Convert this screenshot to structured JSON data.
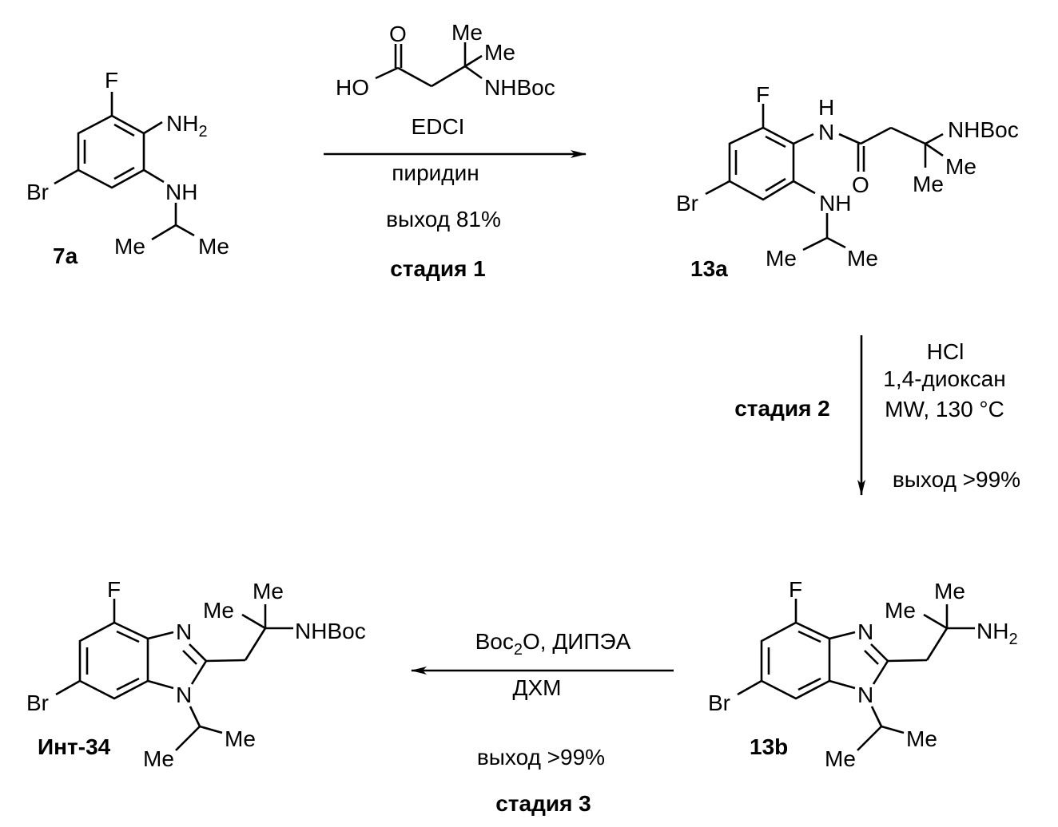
{
  "compounds": {
    "c7a": {
      "label": "7a",
      "atoms": {
        "F": "F",
        "NH2": "NH",
        "NH2_sub": "2",
        "Br": "Br",
        "NH": "NH",
        "Me1": "Me",
        "Me2": "Me"
      }
    },
    "c13a": {
      "label": "13a",
      "atoms": {
        "F": "F",
        "H": "H",
        "N": "N",
        "O": "O",
        "NHBoc": "NHBoc",
        "Me1": "Me",
        "Me2": "Me",
        "Br": "Br",
        "NH": "NH",
        "Me3": "Me",
        "Me4": "Me"
      }
    },
    "c13b": {
      "label": "13b",
      "atoms": {
        "F": "F",
        "N1": "N",
        "N2": "N",
        "Br": "Br",
        "NH2": "NH",
        "NH2_sub": "2",
        "Me1": "Me",
        "Me2": "Me",
        "Me3": "Me",
        "Me4": "Me"
      }
    },
    "int34": {
      "label": "Инт-34",
      "atoms": {
        "F": "F",
        "N1": "N",
        "N2": "N",
        "Br": "Br",
        "NHBoc": "NHBoc",
        "Me1": "Me",
        "Me2": "Me",
        "Me3": "Me",
        "Me4": "Me"
      }
    }
  },
  "step1": {
    "reagent_atoms": {
      "O": "O",
      "HO": "HO",
      "Me1": "Me",
      "Me2": "Me",
      "NHBoc": "NHBoc"
    },
    "coupling_agent": "EDCI",
    "solvent": "пиридин",
    "yield": "выход 81%",
    "stage": "стадия 1"
  },
  "step2": {
    "reagent": "HCl",
    "solvent": "1,4-диоксан",
    "conditions": "MW, 130 °C",
    "yield": "выход >99%",
    "stage": "стадия 2"
  },
  "step3": {
    "reagent_a": "Boc",
    "reagent_a_sub": "2",
    "reagent_b": "O, ДИПЭА",
    "solvent": "ДХМ",
    "yield": "выход >99%",
    "stage": "стадия 3"
  }
}
